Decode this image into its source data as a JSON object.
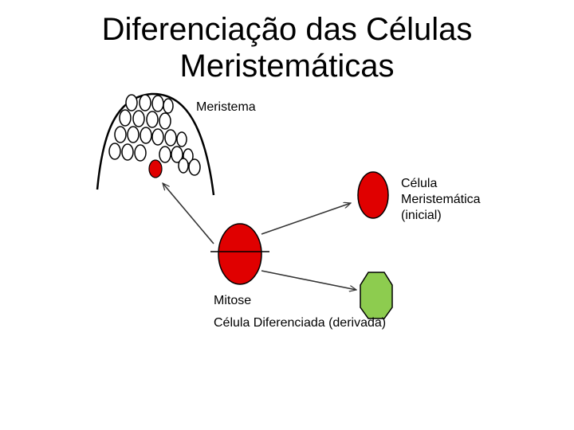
{
  "title": {
    "line1": "Diferenciação das Células",
    "line2": "Meristemáticas"
  },
  "labels": {
    "meristema": "Meristema",
    "inicial": [
      "Célula",
      "Meristemática",
      "(inicial)"
    ],
    "mitose": "Mitose",
    "diferenciada": "Célula  Diferenciada  (derivada)"
  },
  "colors": {
    "meristem_cell": "#e00000",
    "derived_cell": "#8dcc4f",
    "outline": "#000000"
  }
}
